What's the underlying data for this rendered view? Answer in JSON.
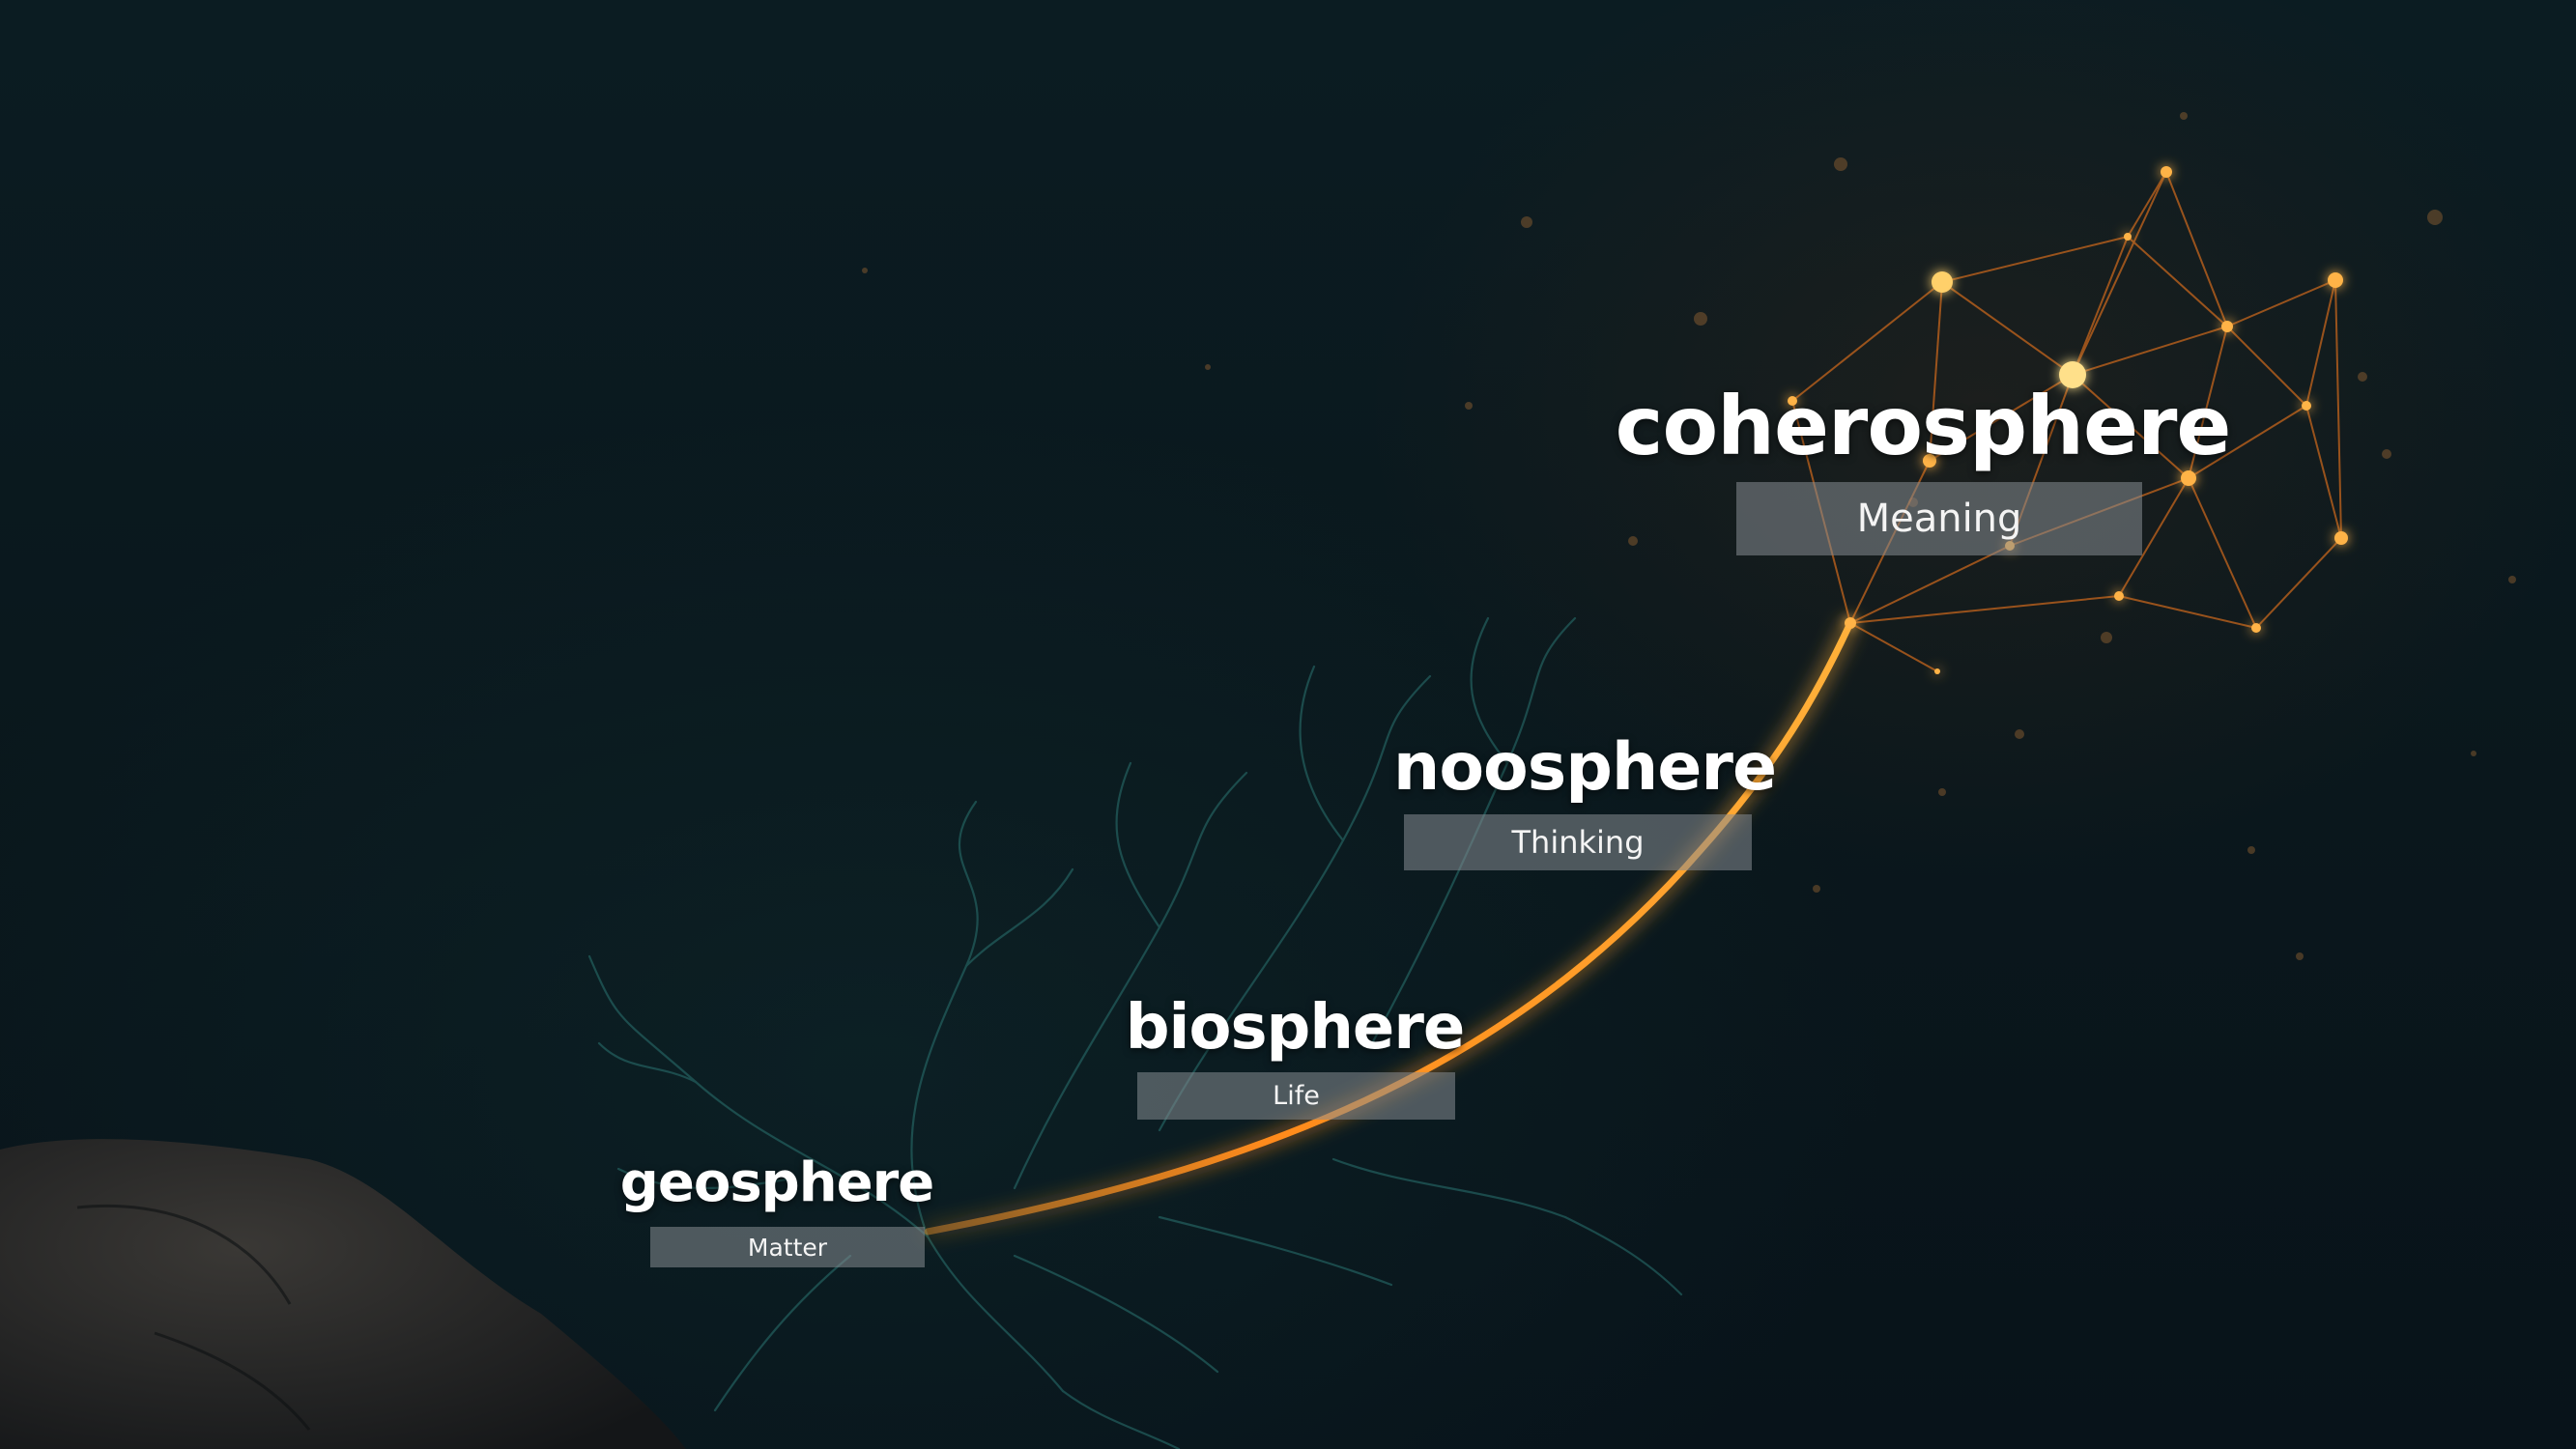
{
  "stages": [
    {
      "title": "geosphere",
      "subtitle": "Matter"
    },
    {
      "title": "biosphere",
      "subtitle": "Life"
    },
    {
      "title": "noosphere",
      "subtitle": "Thinking"
    },
    {
      "title": "coherosphere",
      "subtitle": "Meaning"
    }
  ],
  "colors": {
    "background": "#0a171c",
    "path_glow": "#ff8a1a",
    "network_nodes": "#ffb347",
    "roots": "#2a6b68",
    "label_box": "#878c91"
  }
}
